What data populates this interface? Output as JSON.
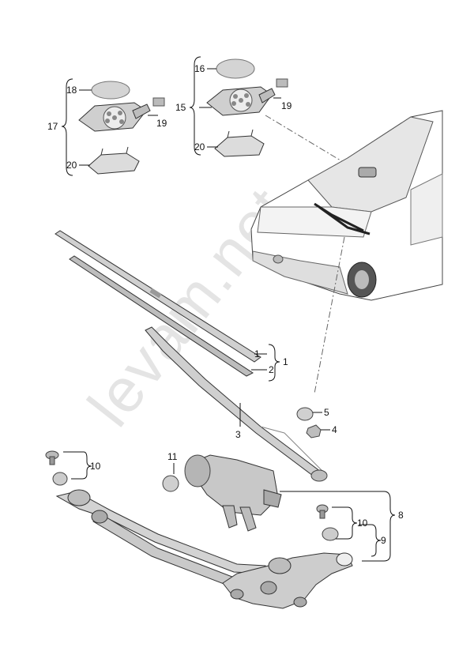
{
  "watermark": "levam.net",
  "callouts": {
    "c1": "1",
    "c2": "2",
    "c3": "3",
    "c4": "4",
    "c5": "5",
    "c8": "8",
    "c9": "9",
    "c10a": "10",
    "c10b": "10",
    "c11": "11",
    "c15": "15",
    "c16": "16",
    "c17": "17",
    "c18": "18",
    "c19a": "19",
    "c19b": "19",
    "c20a": "20",
    "c20b": "20"
  },
  "colors": {
    "part_fill": "#d9d9d9",
    "part_dark": "#9a9a9a",
    "line": "#111111"
  }
}
